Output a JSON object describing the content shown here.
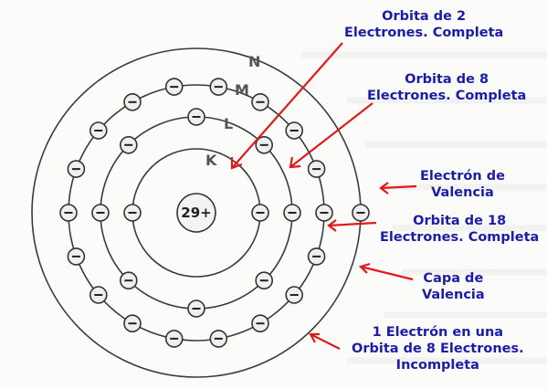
{
  "diagram": {
    "nucleus": {
      "label": "29+"
    },
    "shells": [
      {
        "name": "K",
        "electrons": 2
      },
      {
        "name": "L",
        "electrons": 8
      },
      {
        "name": "M",
        "electrons": 18
      },
      {
        "name": "N",
        "electrons": 1
      }
    ]
  },
  "annotations": {
    "shell_k": {
      "line1": "Orbita de 2",
      "line2": "Electrones. Completa"
    },
    "shell_l": {
      "line1": "Orbita de 8",
      "line2": "Electrones. Completa"
    },
    "valence_electron": {
      "line1": "Electrón de",
      "line2": "Valencia"
    },
    "shell_m": {
      "line1": "Orbita de 18",
      "line2": "Electrones. Completa"
    },
    "valence_shell": {
      "line1": "Capa de",
      "line2": "Valencia"
    },
    "shell_n": {
      "line1": "1 Electrón en una",
      "line2": "Orbita de 8 Electrones.",
      "line3": "Incompleta"
    }
  },
  "colors": {
    "annotation_text": "#1c1ca8",
    "arrow": "#e01a1a",
    "orbit": "#3a3a3a"
  }
}
